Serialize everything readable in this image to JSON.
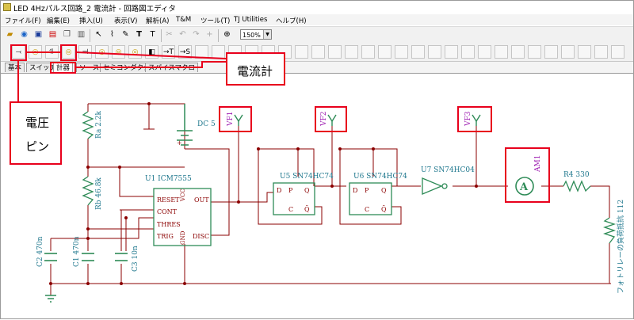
{
  "window": {
    "title": "LED 4Hzパルス回路_2 電流計 - 回路図エディタ"
  },
  "menu": [
    {
      "label": "ファイル(F)"
    },
    {
      "label": "編集(E)"
    },
    {
      "label": "挿入(U)"
    },
    {
      "label": "表示(V)"
    },
    {
      "label": "解析(A)"
    },
    {
      "label": "T&M"
    },
    {
      "label": "ツール(T)"
    },
    {
      "label": "TJ Utilities"
    },
    {
      "label": "ヘルプ(H)"
    }
  ],
  "toolbar": {
    "zoom_value": "150%"
  },
  "component_tabs": [
    {
      "label": "基本"
    },
    {
      "label": "スイッチ"
    },
    {
      "label": "計器"
    },
    {
      "label": "ソース"
    },
    {
      "label": "セミコンダクタ"
    },
    {
      "label": "スパイスマクロ"
    }
  ],
  "callouts": {
    "ammeter": "電流計",
    "voltage_pin_line1": "電圧",
    "voltage_pin_line2": "ピン"
  },
  "schematic": {
    "dc_label": "DC 5",
    "ra": "Ra 2.2k",
    "rb": "Rb 46.8k",
    "u1": "U1 ICM7555",
    "u1_pins": {
      "reset": "RESET",
      "cont": "CONT",
      "thres": "THRES",
      "trig": "TRIG",
      "vcc": "VCC",
      "out": "OUT",
      "gnd": "GND",
      "disc": "DISC"
    },
    "u5": "U5 SN74HC74",
    "u6": "U6 SN74HC74",
    "u7": "U7 SN74HC04",
    "ff_pins": {
      "d": "D",
      "p": "P",
      "q": "Q",
      "c": "C",
      "qbar": "Q̄"
    },
    "vf1": "VF1",
    "vf2": "VF2",
    "vf3": "VF3",
    "am1": "AM1",
    "r4": "R4 330",
    "c1": "C1 470n",
    "c2": "C2 470n",
    "c3": "C3 10n",
    "photo": "フォトリレーの負荷抵抗 112"
  },
  "colors": {
    "wire": "#8b0000",
    "part": "#2e8b57",
    "label": "#20788e",
    "highlight": "#e8001c",
    "vf": "#9c1ab0"
  }
}
